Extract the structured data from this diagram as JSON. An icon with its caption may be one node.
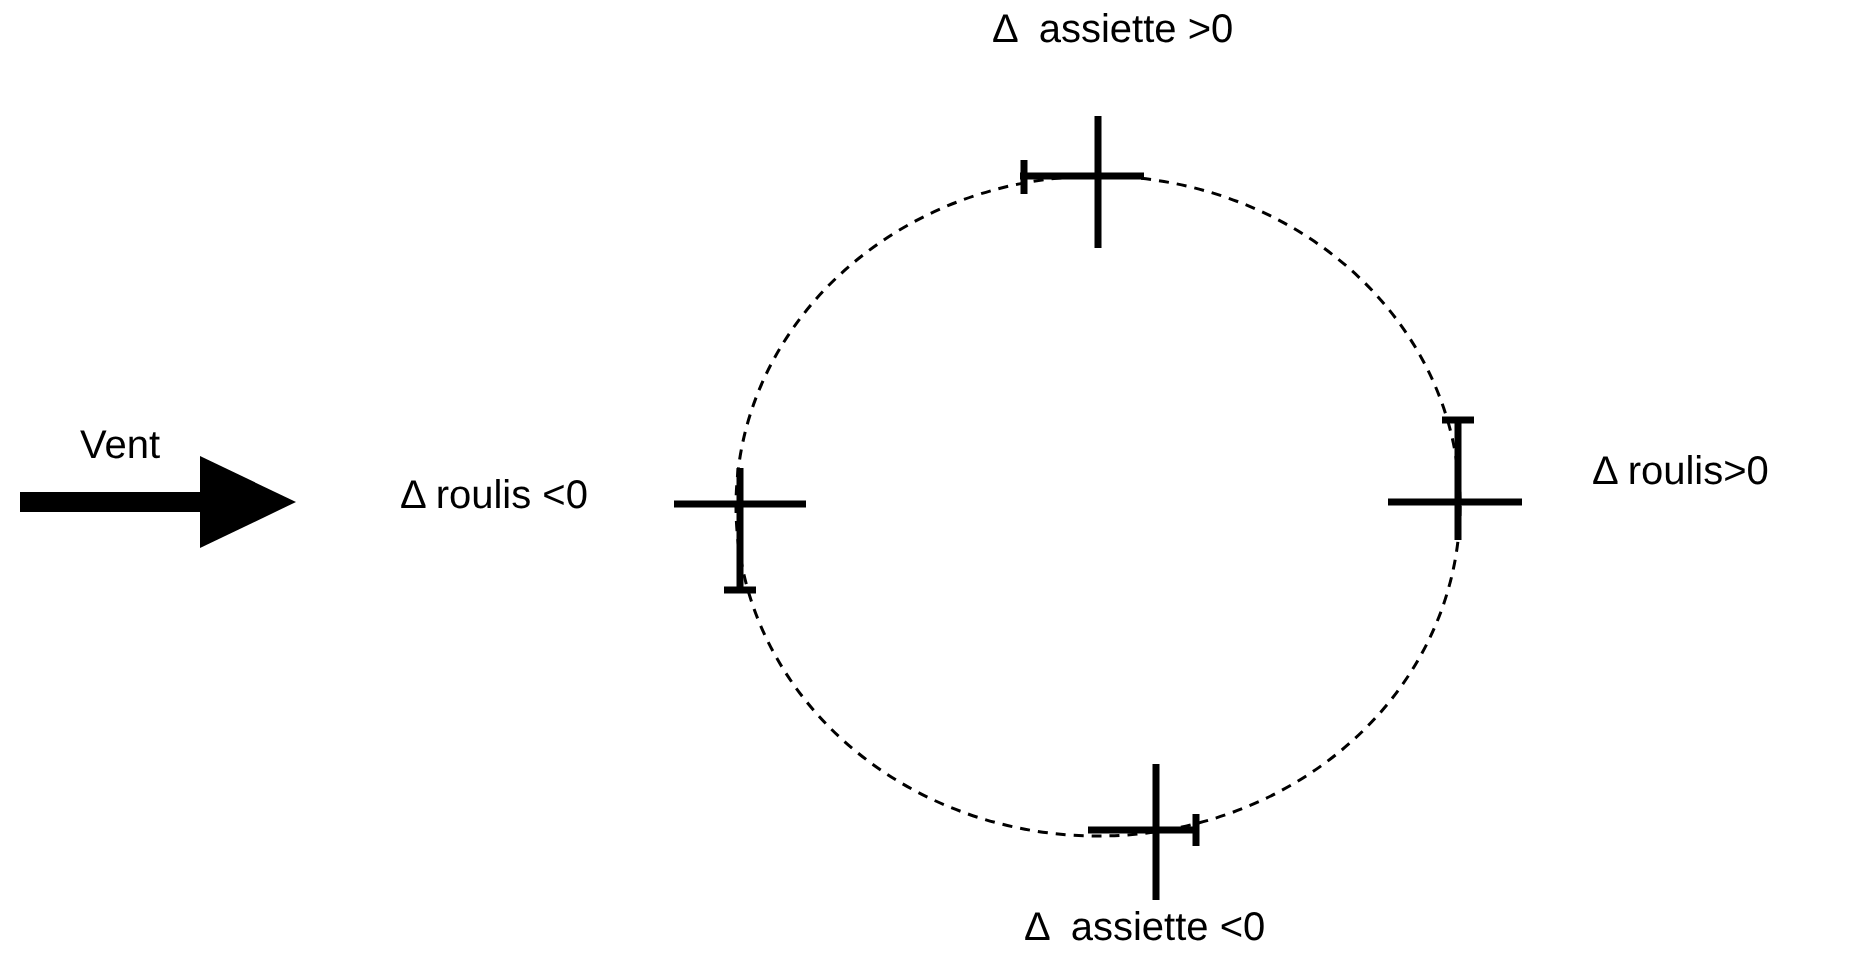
{
  "diagram": {
    "labels": [
      "Δ  assiette >0",
      "Vent",
      "Δ roulis <0",
      "Δ roulis>0",
      "Δ  assiette <0"
    ]
  }
}
